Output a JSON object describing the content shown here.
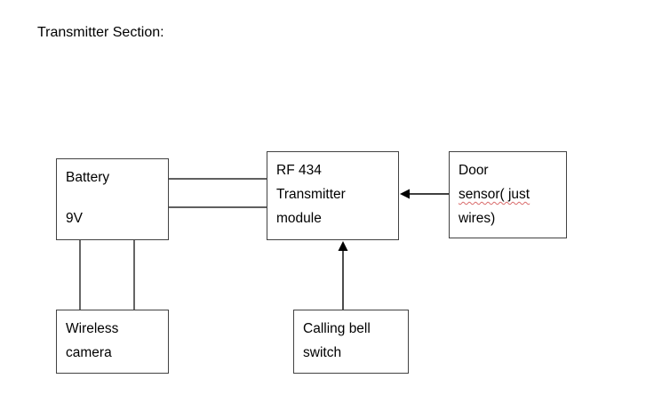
{
  "title": "Transmitter Section:",
  "boxes": {
    "battery": {
      "lines": [
        "Battery",
        "9V"
      ]
    },
    "rf_transmitter": {
      "lines": [
        "RF 434",
        "Transmitter",
        "module"
      ]
    },
    "door_sensor": {
      "lines": [
        "Door",
        "sensor( just",
        "wires)"
      ]
    },
    "wireless_camera": {
      "lines": [
        "Wireless",
        "camera"
      ]
    },
    "calling_bell": {
      "lines": [
        "Calling bell",
        "switch"
      ]
    }
  },
  "colors": {
    "box_border": "#424242",
    "connector_line": "#000000",
    "text": "#000000",
    "spellcheck_underline": "#d96b6b"
  }
}
